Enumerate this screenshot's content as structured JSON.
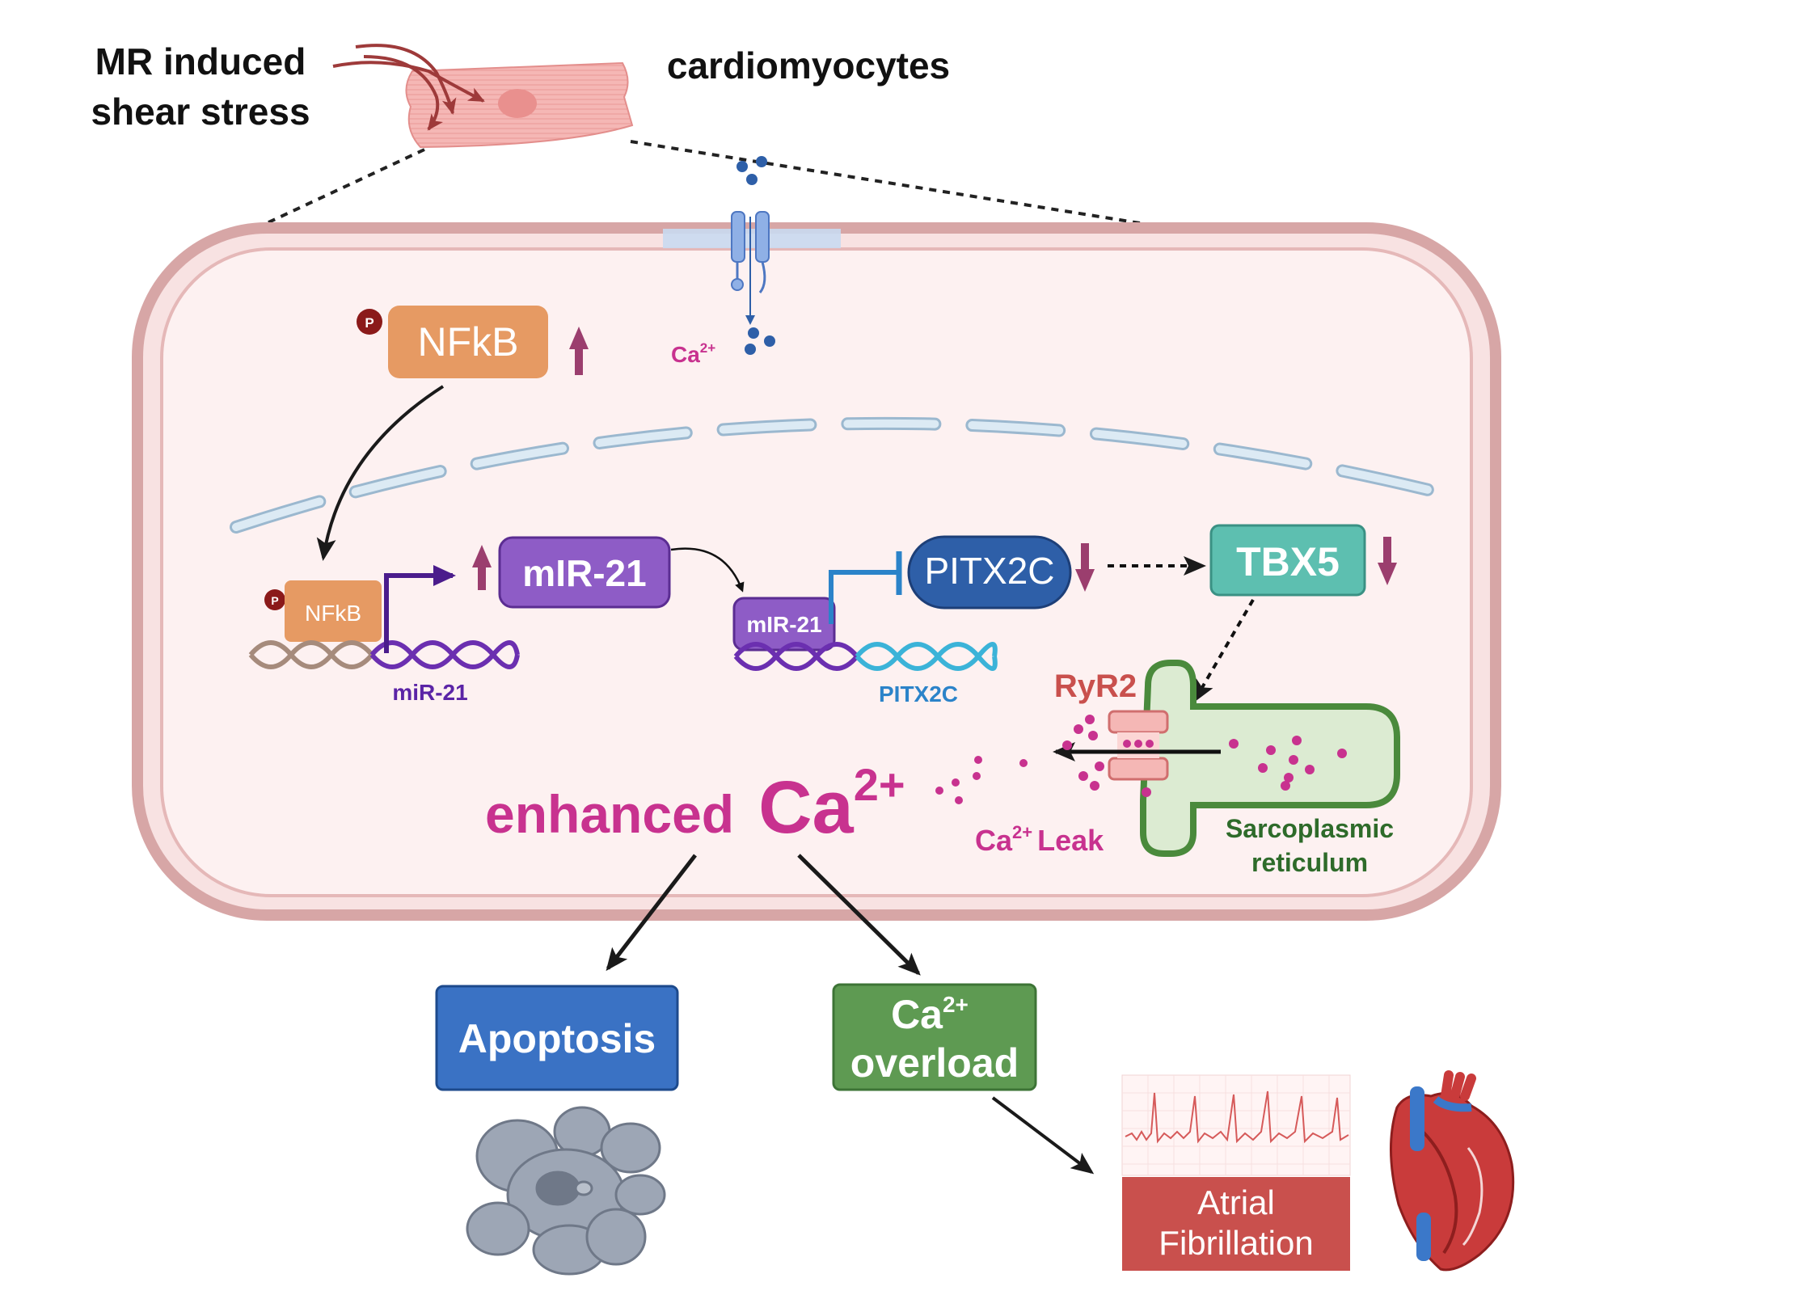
{
  "labels": {
    "stress_line1": "MR induced",
    "stress_line2": "shear stress",
    "cell_type": "cardiomyocytes",
    "ca_entry": "Ca",
    "ca_entry_sup": "2+",
    "nfkb_main": "NFkB",
    "phospho": "P",
    "nfkb_small": "NFkB",
    "mir21_box": "mIR-21",
    "mir21_gene": "miR-21",
    "mir21_bound": "mIR-21",
    "pitx2c_box": "PITX2C",
    "pitx2c_gene": "PITX2C",
    "tbx5_box": "TBX5",
    "ryr2": "RyR2",
    "enhanced_text": "enhanced",
    "enhanced_ca": "Ca",
    "enhanced_sup": "2+",
    "leak_ca": "Ca",
    "leak_sup": "2+",
    "leak_text": "Leak",
    "sr_line1": "Sarcoplasmic",
    "sr_line2": "reticulum",
    "apoptosis": "Apoptosis",
    "overload_ca": "Ca",
    "overload_sup": "2+",
    "overload_text": "overload",
    "af_line1": "Atrial",
    "af_line2": "Fibrillation"
  },
  "colors": {
    "nfkb": "#E69A63",
    "mir21": "#8E5CC6",
    "pitx2c": "#2E5FA8",
    "tbx5": "#5DBFB0",
    "apoptosis": "#3A72C4",
    "overload": "#5E9A52",
    "af": "#C9504D",
    "calcium_magenta": "#C8328F",
    "down_up_arrow": "#9B3E6E",
    "sr_green": "#4A8A3C"
  }
}
